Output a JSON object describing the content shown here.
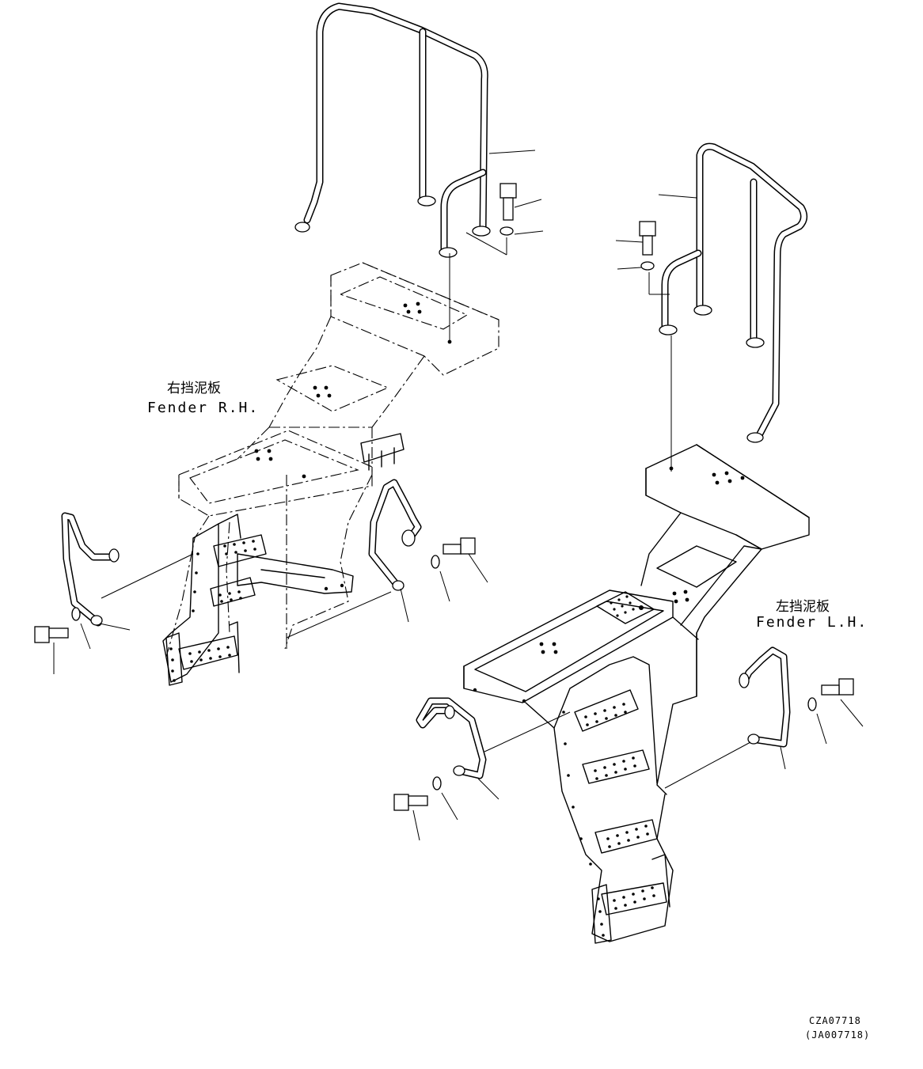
{
  "labels": {
    "fender_rh_cn": "右挡泥板",
    "fender_rh_en": "Fender R.H.",
    "fender_lh_cn": "左挡泥板",
    "fender_lh_en": "Fender L.H."
  },
  "drawing_code": {
    "primary": "CZA07718",
    "secondary": "(JA007718)"
  }
}
